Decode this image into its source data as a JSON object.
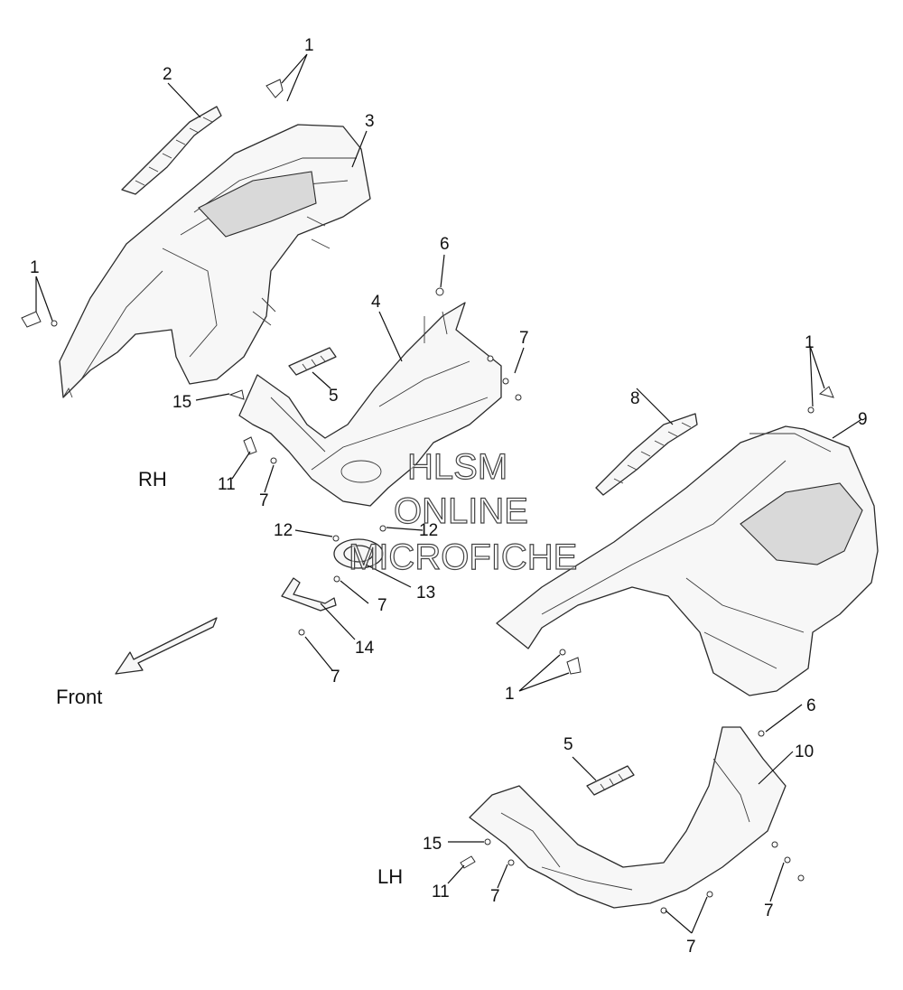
{
  "callouts": {
    "c1a": "1",
    "c2": "2",
    "c3": "3",
    "c1b": "1",
    "c6a": "6",
    "c4": "4",
    "c7a": "7",
    "c5a": "5",
    "c15a": "15",
    "c11a": "11",
    "c7b": "7",
    "c12a": "12",
    "c12b": "12",
    "c13": "13",
    "c7c": "7",
    "c14": "14",
    "c7d": "7",
    "c8": "8",
    "c1c": "1",
    "c9": "9",
    "c1d": "1",
    "c6b": "6",
    "c10": "10",
    "c5b": "5",
    "c15b": "15",
    "c11b": "11",
    "c7e": "7",
    "c7f": "7",
    "c7g": "7"
  },
  "labels": {
    "rh": "RH",
    "lh": "LH",
    "front": "Front"
  },
  "watermark": {
    "line1": "HLSM",
    "line2": "ONLINE",
    "line3": "MICROFICHE"
  }
}
